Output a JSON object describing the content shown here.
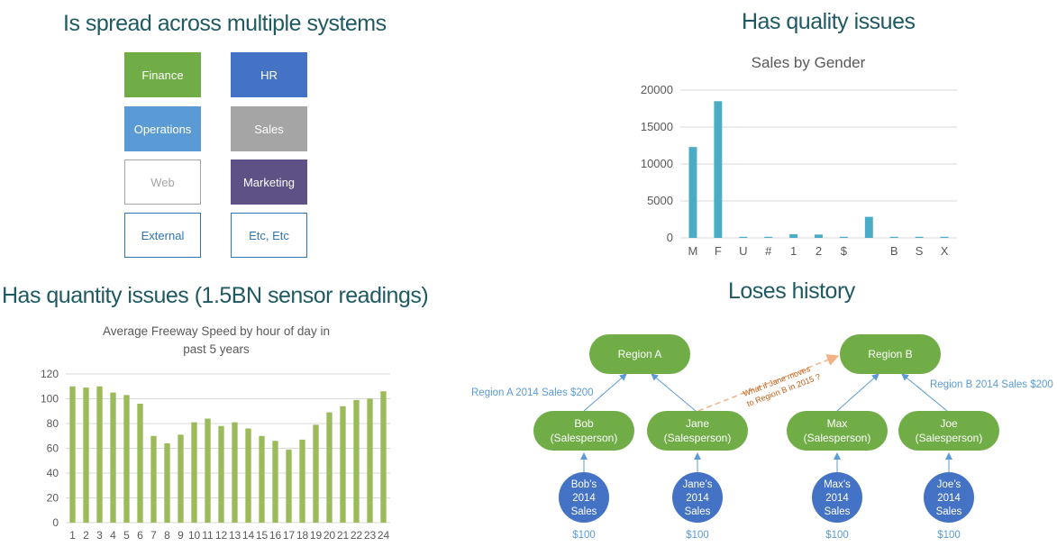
{
  "systems": {
    "title": "Is spread across multiple systems",
    "boxes": [
      {
        "label": "Finance",
        "fill": "#70ad47",
        "text": "#ffffff",
        "border": "#70ad47"
      },
      {
        "label": "HR",
        "fill": "#4472c4",
        "text": "#ffffff",
        "border": "#4472c4"
      },
      {
        "label": "Operations",
        "fill": "#5b9bd5",
        "text": "#ffffff",
        "border": "#5b9bd5"
      },
      {
        "label": "Sales",
        "fill": "#a5a5a5",
        "text": "#ffffff",
        "border": "#a5a5a5"
      },
      {
        "label": "Web",
        "fill": "#ffffff",
        "text": "#a5a5a5",
        "border": "#a5a5a5"
      },
      {
        "label": "Marketing",
        "fill": "#5e5186",
        "text": "#ffffff",
        "border": "#5e5186"
      },
      {
        "label": "External",
        "fill": "#ffffff",
        "text": "#2e75b6",
        "border": "#2e75b6"
      },
      {
        "label": "Etc, Etc",
        "fill": "#ffffff",
        "text": "#2e75b6",
        "border": "#2e75b6"
      }
    ]
  },
  "quality": {
    "title": "Has quality issues"
  },
  "quantity": {
    "title": "Has quantity issues (1.5BN sensor readings)"
  },
  "history": {
    "title": "Loses history",
    "regions": [
      "Region A",
      "Region B"
    ],
    "salespeople": [
      {
        "name": "Bob",
        "role": "(Salesperson)",
        "sales": [
          "Bob’s",
          "2014",
          "Sales"
        ],
        "amount": "$100"
      },
      {
        "name": "Jane",
        "role": "(Salesperson)",
        "sales": [
          "Jane’s",
          "2014",
          "Sales"
        ],
        "amount": "$100"
      },
      {
        "name": "Max",
        "role": "(Salesperson)",
        "sales": [
          "Max’s",
          "2014",
          "Sales"
        ],
        "amount": "$100"
      },
      {
        "name": "Joe",
        "role": "(Salesperson)",
        "sales": [
          "Joe’s",
          "2014",
          "Sales"
        ],
        "amount": "$100"
      }
    ],
    "region_a_total": "Region A 2014 Sales $200",
    "region_b_total": "Region B 2014 Sales $200",
    "question": [
      "What if Jane moves",
      "to Region B in 2015 ?"
    ],
    "colors": {
      "green": "#70ad47",
      "blue": "#4472c4",
      "label_blue": "#5b9bd5",
      "arrow": "#f4b183",
      "question": "#c55a11"
    }
  },
  "chart_data": [
    {
      "type": "bar",
      "title": "Sales by Gender",
      "categories": [
        "M",
        "F",
        "U",
        "#",
        "1",
        "2",
        "$",
        "",
        "B",
        "S",
        "X"
      ],
      "values": [
        12300,
        18500,
        150,
        150,
        500,
        450,
        150,
        2850,
        150,
        150,
        150
      ],
      "ylim": [
        0,
        20000
      ],
      "yticks": [
        0,
        5000,
        10000,
        15000,
        20000
      ],
      "grid": true,
      "color": "#4bacc6"
    },
    {
      "type": "bar",
      "title": "Average Freeway Speed by hour of day in past 5 years",
      "categories": [
        "1",
        "2",
        "3",
        "4",
        "5",
        "6",
        "7",
        "8",
        "9",
        "10",
        "11",
        "12",
        "13",
        "14",
        "15",
        "16",
        "17",
        "18",
        "19",
        "20",
        "21",
        "22",
        "23",
        "24"
      ],
      "values": [
        110,
        109,
        110,
        105,
        103,
        96,
        70,
        64,
        71,
        81,
        84,
        78,
        81,
        76,
        70,
        66,
        59,
        67,
        79,
        89,
        94,
        99,
        100,
        106
      ],
      "ylim": [
        0,
        120
      ],
      "yticks": [
        0,
        20,
        40,
        60,
        80,
        100,
        120
      ],
      "grid": true,
      "color": "#9bbb59"
    }
  ]
}
